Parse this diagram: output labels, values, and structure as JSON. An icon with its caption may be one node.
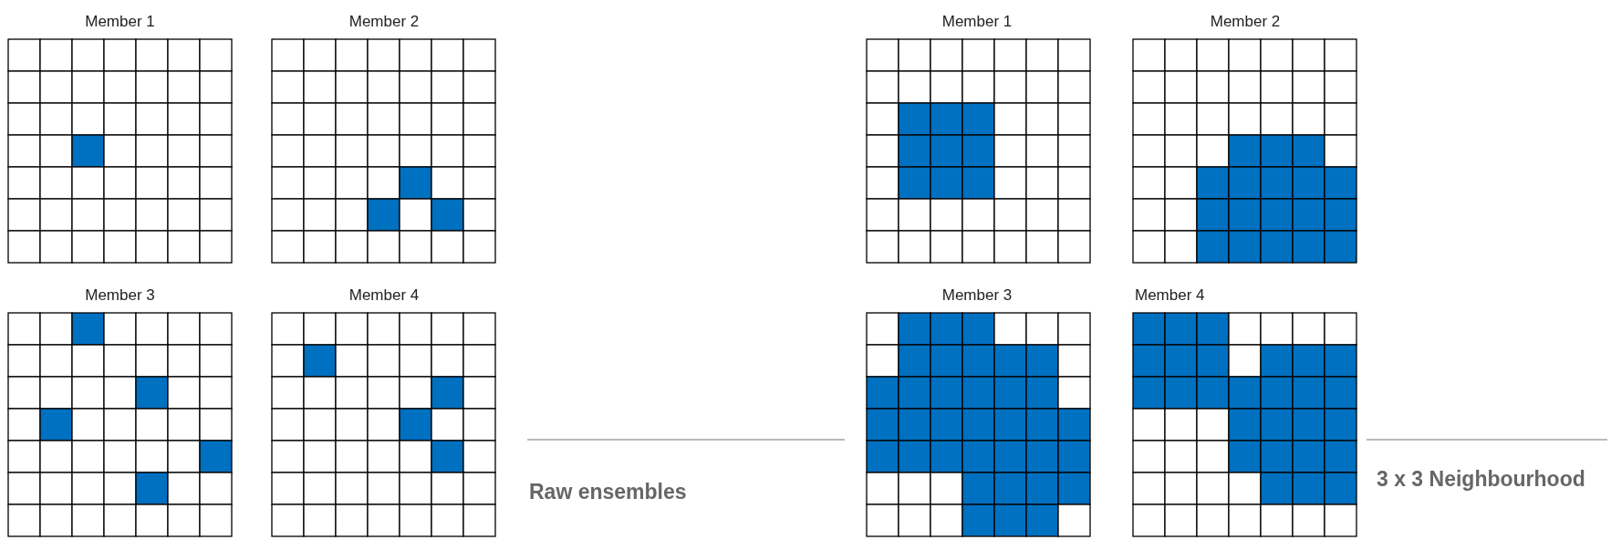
{
  "diagram": {
    "labels": [
      "Member 1",
      "Member 2",
      "Member 1",
      "Member 2",
      "Member 3",
      "Member 4",
      "Member 3",
      "Member 4",
      "Raw ensembles",
      "3 x 3 Neighbourhood"
    ]
  }
}
